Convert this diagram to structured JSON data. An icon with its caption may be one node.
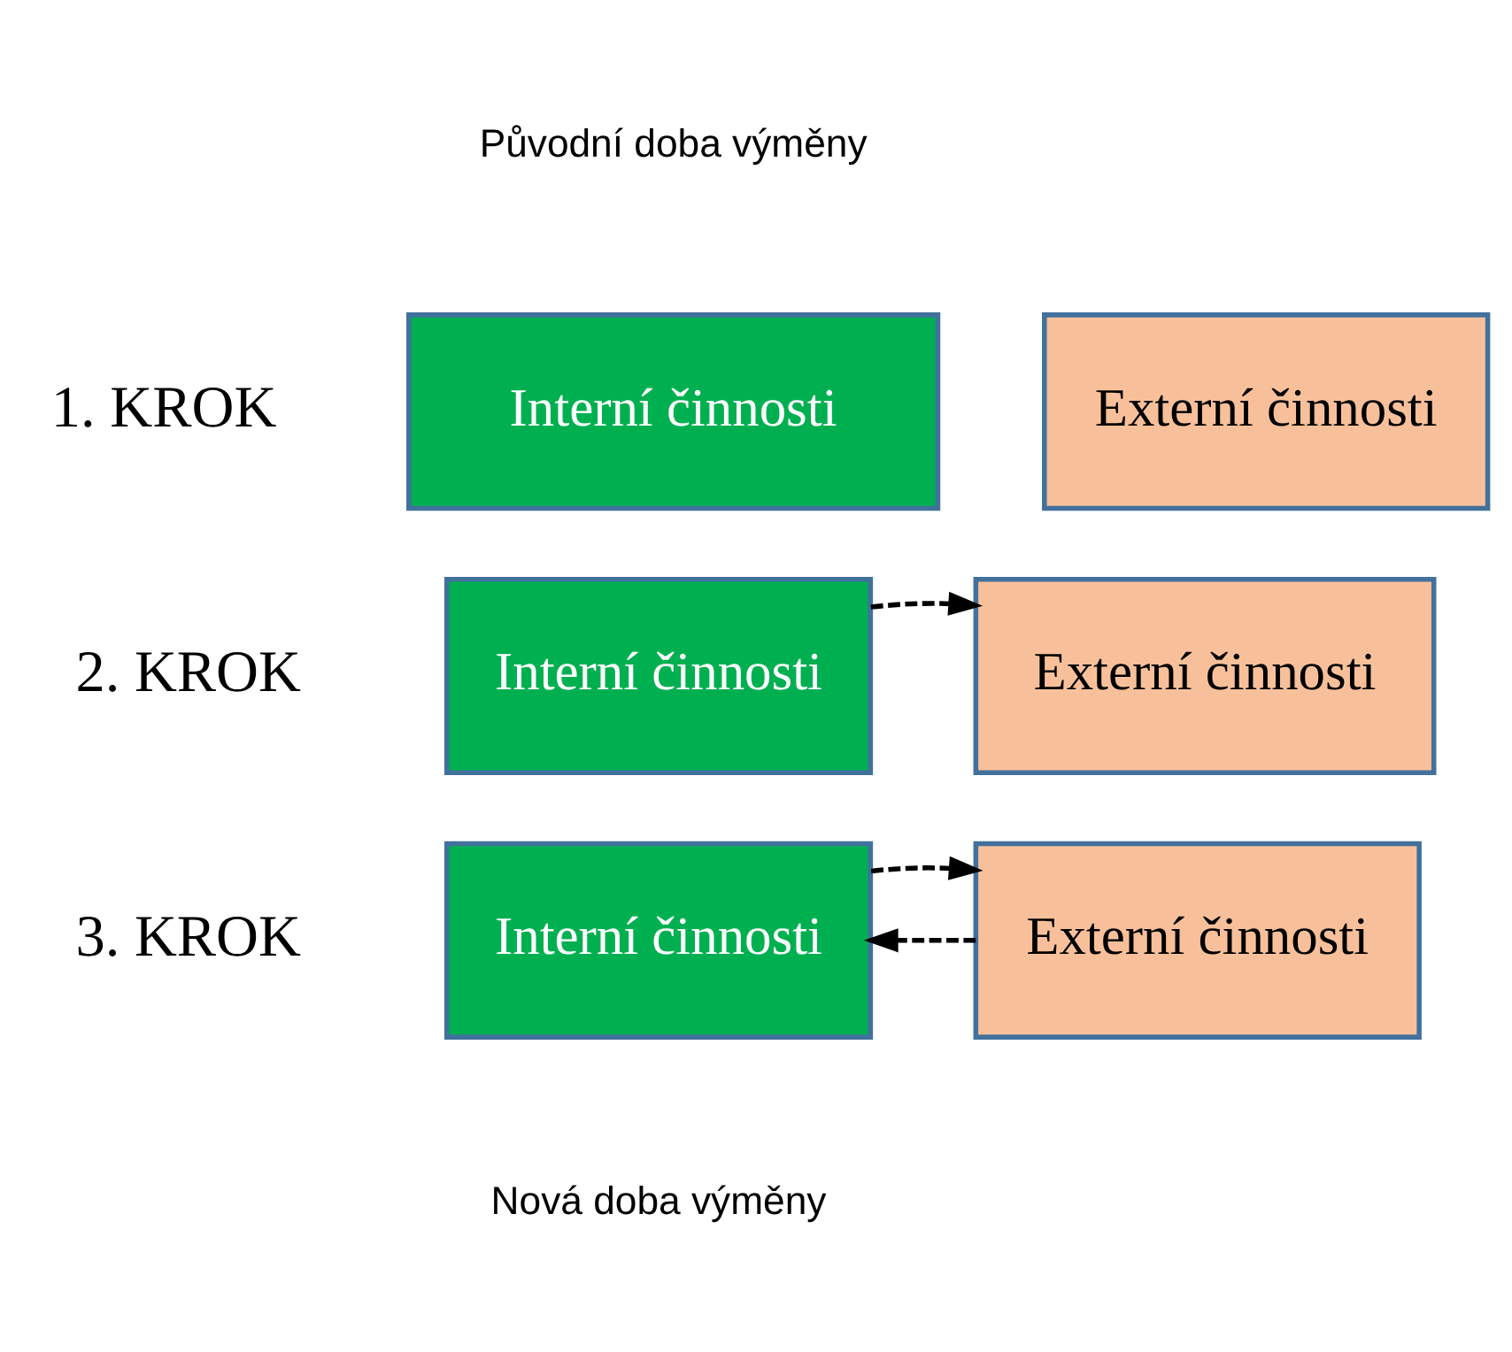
{
  "diagram": {
    "nodes": [
      {
        "text": [
          "Interní činnosti"
        ]
      },
      {
        "text": [
          "Externí činnosti"
        ]
      },
      {
        "text": [
          "Interní činnosti"
        ]
      },
      {
        "text": [
          "Externí činnosti"
        ]
      },
      {
        "text": [
          "Interní činnosti"
        ]
      },
      {
        "text": [
          "Externí činnosti"
        ]
      }
    ],
    "edges": [
      {
        "from": 2,
        "to": 3,
        "arrow": "to",
        "style": "dashed"
      },
      {
        "from": 5,
        "to": 4,
        "arrow": "to",
        "style": "dashed"
      },
      {
        "from": 4,
        "to": 5,
        "arrow": "to",
        "style": "dashed"
      }
    ],
    "labels": [
      "Původní doba výměny",
      "1. KROK",
      "2. KROK",
      "3. KROK",
      "Nová doba výměny"
    ]
  }
}
